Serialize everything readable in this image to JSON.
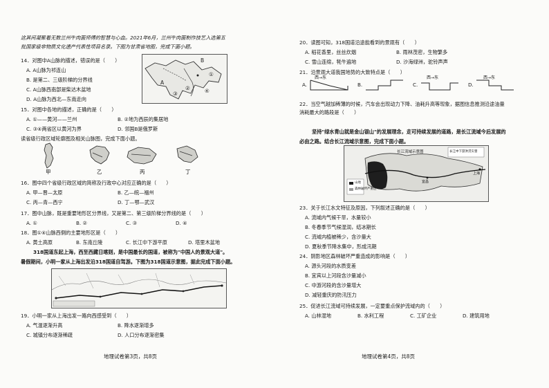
{
  "left": {
    "intro1": "这其间凝聚着无数兰州牛肉面师傅的智慧与心血。2021年6月，兰州牛肉面制作技艺入选第五",
    "intro2": "批国家级非物质文化遗产代表性项目名录。下图为甘肃省地图，完成下面小题。",
    "q14": {
      "stem": "14．对图中A山脉的描述，错误的是（　　）",
      "A": "A. A山脉为祁连山",
      "B": "B. 是第二、三级阶梯的分界线",
      "C": "C. A山脉西南部是柴达木盆地",
      "D": "D. A山脉为西北—东南走向"
    },
    "map_labels": {
      "A": "A",
      "B": "B",
      "n1": "①",
      "n2": "②",
      "n3": "③",
      "n4": "④"
    },
    "q15": {
      "stem": "15．对图中各地的描述，正确的是（　　）",
      "A": "A. ①——黄河——兰州",
      "B": "B. ②地为西辰的集居地",
      "C": "C. ③④两省区以黄河为界",
      "D": "D. 邻国B是俄罗斯"
    },
    "intro_shapes": "读省级行政区域轮廓图及相关山脉图，完成下面小题。",
    "shape_labels": {
      "a": "甲",
      "b": "乙",
      "c": "丙",
      "d": "丁"
    },
    "q16": {
      "stem": "16．图中四个省级行政区域的简称及行政中心对应正确的是（　　）",
      "A": "A. 甲—晋—太原",
      "B": "B. 乙—皖—福州",
      "C": "C. 丙—青—西宁",
      "D": "D. 丁—鄂—武汉"
    },
    "q17": {
      "stem": "17．图中山脉，既是重要地形区分界线，又是第二、第三级阶梯分界线的是（　　）",
      "A": "A. ①",
      "B": "B. ②",
      "C": "C. ③",
      "D": "D. ④"
    },
    "q18": {
      "stem": "18．图①④山脉西側的主要地形区是（　　）",
      "A": "A. 黄土高原",
      "B": "B. 东南丘陵",
      "C": "C. 长江中下游平原",
      "D": "D. 塔里木盆地"
    },
    "intro318a": "318国道东起上海，西至西藏日喀则，是中国最长的国道，被称为\"中国人的景观大道\"。",
    "intro318b": "暑假期间，小明一家从上海出发沿318国道自驾游。下图为318国道示意图，据此完成下面小题。",
    "q19": {
      "stem": "19．小明一家从上海出发一路向西感受到（　　）",
      "A": "A. 气温逐渐升高",
      "B": "B. 降水逐渐增多",
      "C": "C. 城镇分布逐渐稀疏",
      "D": "D. 人口分布逐渐密集"
    },
    "footer": "地理试卷第3页，共8页"
  },
  "right": {
    "q20": {
      "stem": "20．读图可知，318国道沿途能看到的景观有（　　）",
      "A": "A. 稻花香里，丝丝炊烟",
      "B": "B. 雨林茂密，生物繁多",
      "C": "C. 雪山连绵，牦牛遍地",
      "D": "D. 沙海绿洲，驼铃声声"
    },
    "q21": {
      "stem": "21．沿景观大道我国地势的大致特点是（　　）",
      "A": "A.",
      "B": "B.",
      "C": "C.",
      "D": "D.",
      "arrowA": "西→东",
      "arrowC": "西→东",
      "arrowD": "西→东"
    },
    "q22a": "22．当空气越加稀薄的时候，汽车会出现动力下降、油耗升高等现象，据图信息推测沿途油量",
    "q22b": "消耗最大的路段是（　　）",
    "intro_yz1": "坚持\"绿水青山就是金山银山\"的发展理念，走可持续发展的道路，是长江流域今后发展的",
    "intro_yz2": "必由之路。结合长江流域示意图，完成下面小题。",
    "basin_map": {
      "title": "长江流域示意图",
      "legend1": "山地",
      "legend2": "森林破坏严重区",
      "city1": "上海",
      "city2": "宜昌",
      "box": "长江中下游洪涝灾害"
    },
    "q23": {
      "stem": "23．关于长江水文特征及原因，下列叙述正确的是（　　）",
      "A": "A. 流域内气候干旱，水量较小",
      "B": "B. 冬春季节气候湿润，结冰期长",
      "C": "C. 流域内植被稀少，含沙量大",
      "D": "D. 夏秋季节降水集中，形成汛期"
    },
    "q24": {
      "stem": "24．阴影地区森林破坏严重造成的影响是（　　）",
      "A": "A. 源头河段的水质变差",
      "B": "B. 宜宾以上河段含沙量减小",
      "C": "C. 中游河段的含沙量增大",
      "D": "D. 减轻重庆的防汛压力"
    },
    "q25": {
      "stem": "25．促进长江流域可持续发展，一定要重点保护流域内的（　　）",
      "A": "A. 山林湿地",
      "B": "B. 水利工程",
      "C": "C. 工矿企业",
      "D": "D. 建筑用地"
    },
    "footer": "地理试卷第4页，共8页"
  }
}
